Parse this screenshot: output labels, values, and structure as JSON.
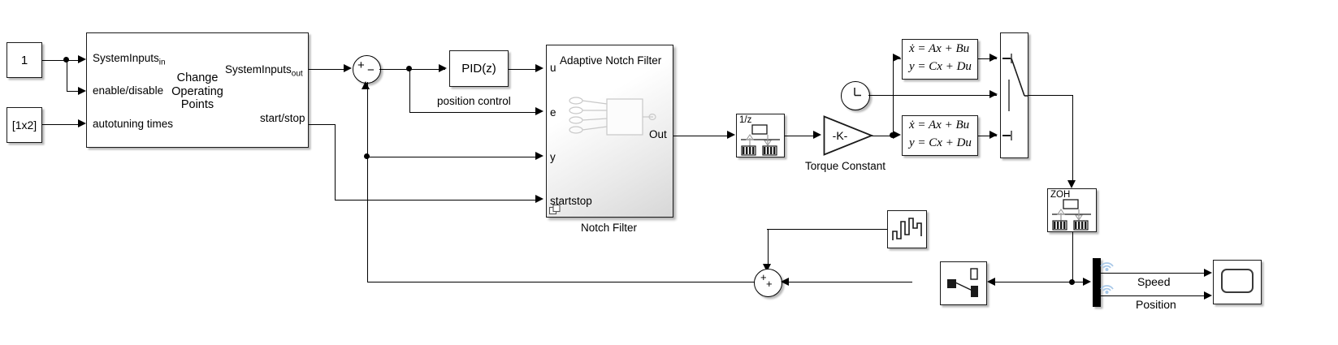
{
  "diagram": {
    "title": "Simulink block diagram - adaptive notch filter motor control",
    "background": "#ffffff",
    "line_color": "#000000"
  },
  "sources": {
    "constant_one": "1",
    "constant_matrix": "[1x2]"
  },
  "change_operating_points": {
    "name_line1": "Change",
    "name_line2": "Operating",
    "name_line3": "Points",
    "inputs": [
      {
        "label_main": "SystemInputs",
        "label_sub": "in"
      },
      {
        "label_main": "enable/disable",
        "label_sub": ""
      },
      {
        "label_main": "autotuning times",
        "label_sub": ""
      }
    ],
    "outputs": [
      {
        "label_main": "SystemInputs",
        "label_sub": "out"
      },
      {
        "label_main": "start/stop",
        "label_sub": ""
      }
    ]
  },
  "sum_error": {
    "signs": [
      "+",
      "−"
    ],
    "name": "sum-junction-error"
  },
  "pid": {
    "label": "PID(z)",
    "caption": "position control"
  },
  "notch_filter": {
    "title": "Adaptive Notch Filter",
    "caption": "Notch Filter",
    "input_ports": [
      "u",
      "e",
      "y",
      "startstop"
    ],
    "output_ports": [
      "Out"
    ]
  },
  "unit_delay": {
    "label": "1/z"
  },
  "torque_constant": {
    "label": "-K-",
    "caption": "Torque Constant"
  },
  "clock": {
    "name": "clock-block"
  },
  "state_space_top": {
    "line1": "ẋ = Ax + Bu",
    "line2": "y = Cx + Du"
  },
  "state_space_bottom": {
    "line1": "ẋ = Ax + Bu",
    "line2": "y = Cx + Du"
  },
  "multiport_switch": {
    "name": "multiport-switch"
  },
  "zoh": {
    "label": "ZOH"
  },
  "noise_source": {
    "name": "band-limited-white-noise"
  },
  "sum_feedback": {
    "signs": [
      "+",
      "+"
    ],
    "name": "sum-junction-feedback"
  },
  "rate_limiter": {
    "name": "saturation-block"
  },
  "demux": {
    "outputs": [
      {
        "label": "Speed"
      },
      {
        "label": "Position"
      }
    ]
  },
  "scope": {
    "name": "scope-block"
  }
}
